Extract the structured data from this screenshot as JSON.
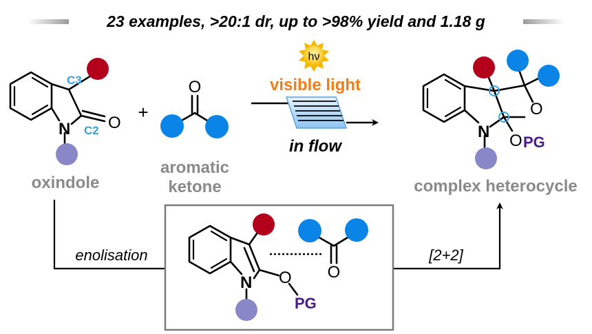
{
  "banner": {
    "text": "23 examples, >20:1 dr, up to >98% yield and 1.18 g"
  },
  "colors": {
    "red": "#b3001b",
    "blue": "#0b84e8",
    "purple": "#8a87c9",
    "pg": "#4b1a88",
    "orange": "#f07d1a",
    "gray_label": "#8a8a8a",
    "atom_blue": "#3aa0e0",
    "sun": "#f5c400"
  },
  "oxindole": {
    "c3_label": "C3",
    "c2_label": "C2",
    "o_label": "O",
    "n_label": "N",
    "name": "oxindole"
  },
  "plus": "+",
  "ketone": {
    "o_label": "O",
    "name_line1": "aromatic",
    "name_line2": "ketone"
  },
  "conditions": {
    "hv": "hν",
    "visible_light": "visible light",
    "in_flow": "in flow"
  },
  "product": {
    "o_ring": "O",
    "n_label": "N",
    "o_pg": "O",
    "pg": "PG",
    "name": "complex heterocycle"
  },
  "mechanism": {
    "enolisation": "enolisation",
    "cycloaddition": "[2+2]",
    "intermediate_n": "N",
    "intermediate_o": "O",
    "intermediate_pg": "PG",
    "intermediate_ketone_o": "O"
  },
  "icons": [
    "sun-icon",
    "flow-reactor-icon",
    "arrow-right-icon",
    "arrow-up-icon"
  ]
}
